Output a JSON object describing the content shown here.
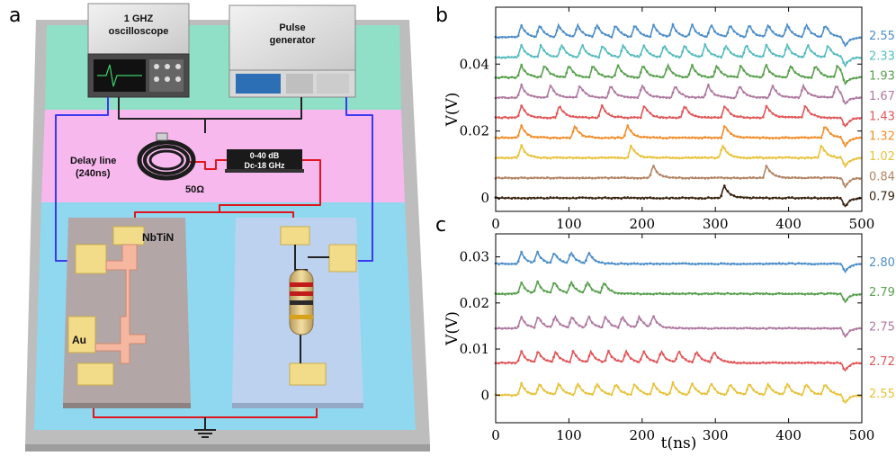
{
  "panels": {
    "a": "a",
    "b": "b",
    "c": "c"
  },
  "schematic": {
    "oscilloscope": [
      "1 GHZ",
      "oscilloscope"
    ],
    "pulse_generator": [
      "Pulse",
      "generator"
    ],
    "delay_line": [
      "Delay line",
      "(240ns)"
    ],
    "attenuator": [
      "0-40 dB",
      "Dc-18 GHz"
    ],
    "resistor": "50Ω",
    "nbtin": "NbTiN",
    "au": "Au"
  },
  "chart_data": [
    {
      "id": "b",
      "type": "line",
      "title": "",
      "xlabel": "",
      "ylabel": "V(V)",
      "xlim": [
        0,
        500
      ],
      "ylim": [
        -0.004,
        0.057
      ],
      "xticks": [
        0,
        100,
        200,
        300,
        400,
        500
      ],
      "yticks": [
        0,
        0.02,
        0.04
      ],
      "ytick_labels": [
        "0",
        "0.02",
        "0.04"
      ],
      "series": [
        {
          "name": "0.79",
          "color": "#3a2410",
          "baseline": 0.0,
          "spikes": [
            307
          ]
        },
        {
          "name": "0.84",
          "color": "#b28463",
          "baseline": 0.006,
          "spikes": [
            210,
            365
          ]
        },
        {
          "name": "1.02",
          "color": "#e8c23a",
          "baseline": 0.012,
          "spikes": [
            30,
            180,
            305,
            440
          ]
        },
        {
          "name": "1.32",
          "color": "#f28e2b",
          "baseline": 0.018,
          "spikes": [
            30,
            103,
            175,
            308,
            445
          ]
        },
        {
          "name": "1.43",
          "color": "#e15759",
          "baseline": 0.024,
          "spikes": [
            30,
            82,
            140,
            198,
            253,
            308,
            365,
            418
          ]
        },
        {
          "name": "1.67",
          "color": "#b07aa1",
          "baseline": 0.03,
          "spikes": [
            30,
            70,
            110,
            152,
            195,
            240,
            285,
            328,
            373,
            415,
            460
          ]
        },
        {
          "name": "1.93",
          "color": "#59a14f",
          "baseline": 0.036,
          "spikes": [
            30,
            62,
            95,
            128,
            162,
            196,
            230,
            263,
            297,
            330,
            364,
            398,
            432,
            462
          ]
        },
        {
          "name": "2.33",
          "color": "#57bcc0",
          "baseline": 0.042,
          "spikes": [
            30,
            57,
            85,
            113,
            141,
            169,
            197,
            225,
            253,
            281,
            309,
            337,
            365,
            393,
            421,
            449
          ]
        },
        {
          "name": "2.55",
          "color": "#4e8fc9",
          "baseline": 0.048,
          "spikes": [
            30,
            55,
            81,
            107,
            133,
            159,
            185,
            211,
            237,
            263,
            289,
            315,
            341,
            367,
            393,
            419,
            445
          ]
        }
      ]
    },
    {
      "id": "c",
      "type": "line",
      "title": "",
      "xlabel": "t(ns)",
      "ylabel": "V(V)",
      "xlim": [
        0,
        500
      ],
      "ylim": [
        -0.006,
        0.035
      ],
      "xticks": [
        0,
        100,
        200,
        300,
        400,
        500
      ],
      "yticks": [
        0,
        0.01,
        0.02,
        0.03
      ],
      "ytick_labels": [
        "0",
        "0.01",
        "0.02",
        "0.03"
      ],
      "series": [
        {
          "name": "2.55",
          "color": "#e8c23a",
          "baseline": 0.0,
          "spikes": [
            30,
            55,
            81,
            107,
            133,
            159,
            185,
            211,
            237,
            263,
            289,
            315,
            341,
            367,
            393,
            419,
            445
          ]
        },
        {
          "name": "2.72",
          "color": "#e15759",
          "baseline": 0.007,
          "spikes": [
            30,
            53,
            77,
            101,
            125,
            149,
            173,
            197,
            221,
            245,
            269,
            293
          ]
        },
        {
          "name": "2.75",
          "color": "#b07aa1",
          "baseline": 0.0145,
          "spikes": [
            30,
            53,
            76,
            99,
            122,
            145,
            168,
            191,
            210
          ]
        },
        {
          "name": "2.79",
          "color": "#59a14f",
          "baseline": 0.022,
          "spikes": [
            30,
            52,
            75,
            98,
            120,
            143
          ]
        },
        {
          "name": "2.80",
          "color": "#4e8fc9",
          "baseline": 0.0285,
          "spikes": [
            30,
            52,
            75,
            98,
            122
          ]
        }
      ]
    }
  ]
}
